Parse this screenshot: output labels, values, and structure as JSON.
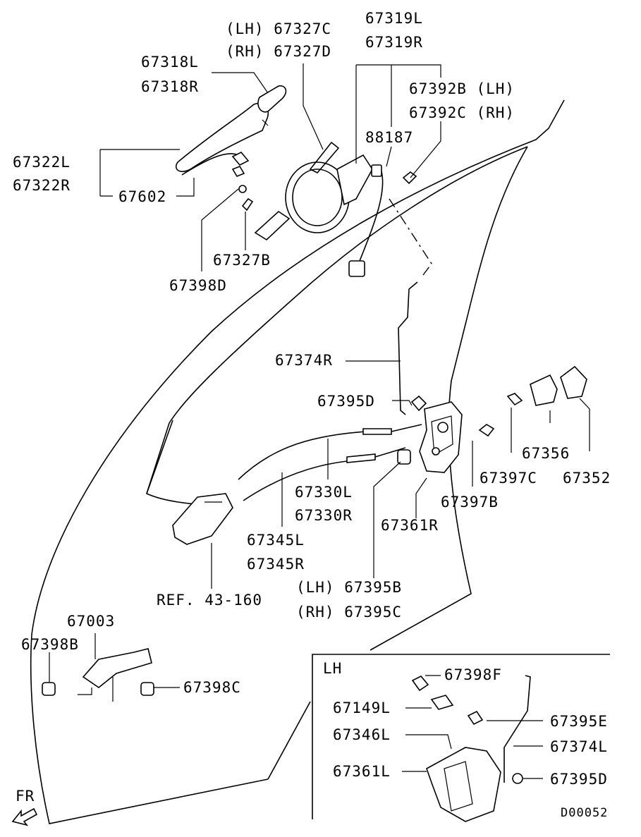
{
  "labels": {
    "l_67327c": "(LH) 67327C",
    "l_67327d": "(RH) 67327D",
    "l_67319l": "67319L",
    "l_67319r": "67319R",
    "l_67318l": "67318L",
    "l_67318r": "67318R",
    "l_67392b": "67392B (LH)",
    "l_67392c": "67392C (RH)",
    "l_88187": "88187",
    "l_67322l": "67322L",
    "l_67322r": "67322R",
    "l_67602": "67602",
    "l_67327b": "67327B",
    "l_67398d": "67398D",
    "l_67374r": "67374R",
    "l_67395d_top": "67395D",
    "l_67356": "67356",
    "l_67352": "67352",
    "l_67397c": "67397C",
    "l_67397b": "67397B",
    "l_67330l": "67330L",
    "l_67330r": "67330R",
    "l_67345l": "67345L",
    "l_67345r": "67345R",
    "l_67361r": "67361R",
    "l_ref": "REF. 43-160",
    "l_67395b": "(LH) 67395B",
    "l_67395c": "(RH) 67395C",
    "l_67003": "67003",
    "l_67398b": "67398B",
    "l_67398c": "67398C",
    "l_lh": "LH",
    "l_67398f": "67398F",
    "l_67149l": "67149L",
    "l_67395e": "67395E",
    "l_67346l": "67346L",
    "l_67374l": "67374L",
    "l_67361l": "67361L",
    "l_67395d_inset": "67395D",
    "l_fr": "FR",
    "l_code": "D00052"
  }
}
